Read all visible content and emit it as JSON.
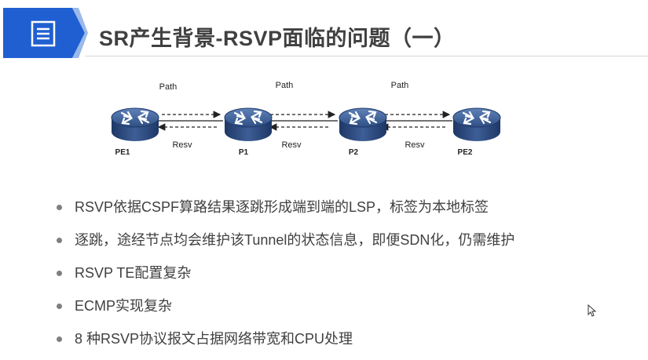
{
  "header": {
    "title": "SR产生背景-RSVP面临的问题（一）",
    "icon": "document-icon",
    "accent_color": "#1f5fd1"
  },
  "diagram": {
    "nodes": [
      {
        "id": "pe1",
        "label": "PE1"
      },
      {
        "id": "p1",
        "label": "P1"
      },
      {
        "id": "p2",
        "label": "P2"
      },
      {
        "id": "pe2",
        "label": "PE2"
      }
    ],
    "links": [
      {
        "forward_label": "Path",
        "reverse_label": "Resv"
      },
      {
        "forward_label": "Path",
        "reverse_label": "Resv"
      },
      {
        "forward_label": "Path",
        "reverse_label": "Resv"
      }
    ],
    "router_icon": "router-icon"
  },
  "bullets": [
    "RSVP依据CSPF算路结果逐跳形成端到端的LSP，标签为本地标签",
    "逐跳，途经节点均会维护该Tunnel的状态信息，即便SDN化，仍需维护",
    "RSVP TE配置复杂",
    "ECMP实现复杂",
    "8 种RSVP协议报文占据网络带宽和CPU处理"
  ]
}
